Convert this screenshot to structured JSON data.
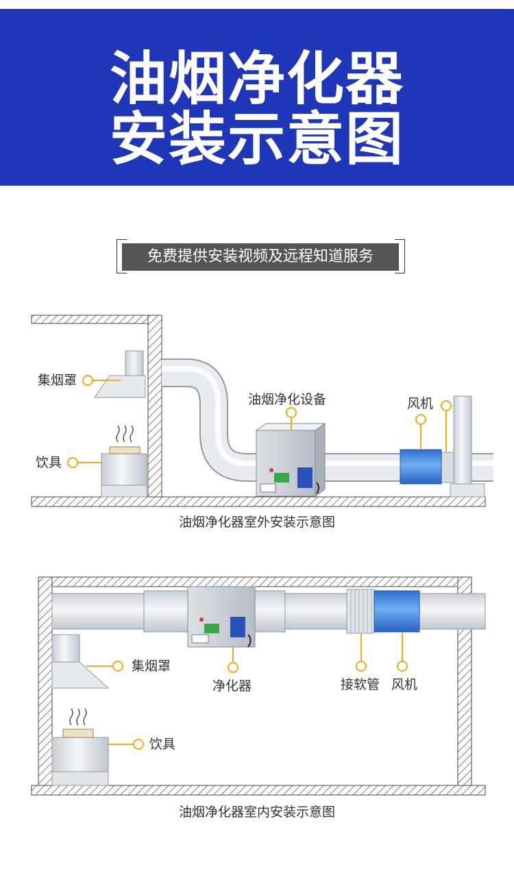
{
  "header": {
    "title_line1": "油烟净化器",
    "title_line2": "安装示意图",
    "background_color": "#1f36b8"
  },
  "service_banner": "免费提供安装视频及远程知道服务",
  "outdoor_diagram": {
    "caption": "油烟净化器室外安装示意图",
    "labels": {
      "hood": "集烟罩",
      "stove": "饮具",
      "purifier": "油烟净化设备",
      "fan": "风机"
    }
  },
  "indoor_diagram": {
    "caption": "油烟净化器室内安装示意图",
    "labels": {
      "hood": "集烟罩",
      "stove": "饮具",
      "purifier": "净化器",
      "flex_pipe": "接软管",
      "fan": "风机"
    }
  },
  "colors": {
    "callout": "#f4a81a",
    "fan": "#3a8ee0",
    "duct": "#dfe5ec"
  }
}
